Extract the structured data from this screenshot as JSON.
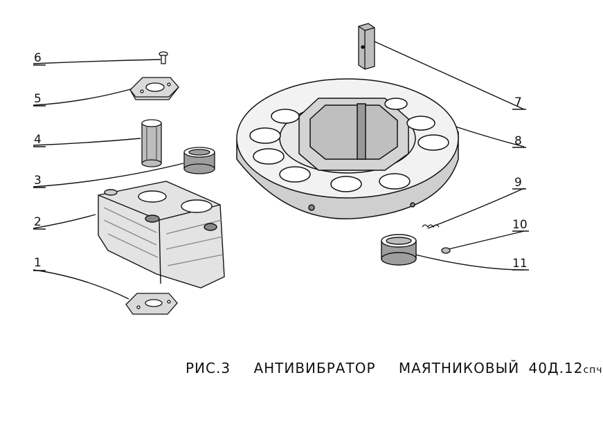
{
  "part_numbers": [
    "1",
    "2",
    "3",
    "4",
    "5",
    "6",
    "7",
    "8",
    "9",
    "10",
    "11"
  ],
  "caption": {
    "fig": "РИС.3",
    "title_1": "АНТИВИБРАТОР",
    "title_2": "МАЯТНИКОВЫЙ",
    "code": "40Д.12",
    "code_suffix": "спч"
  }
}
